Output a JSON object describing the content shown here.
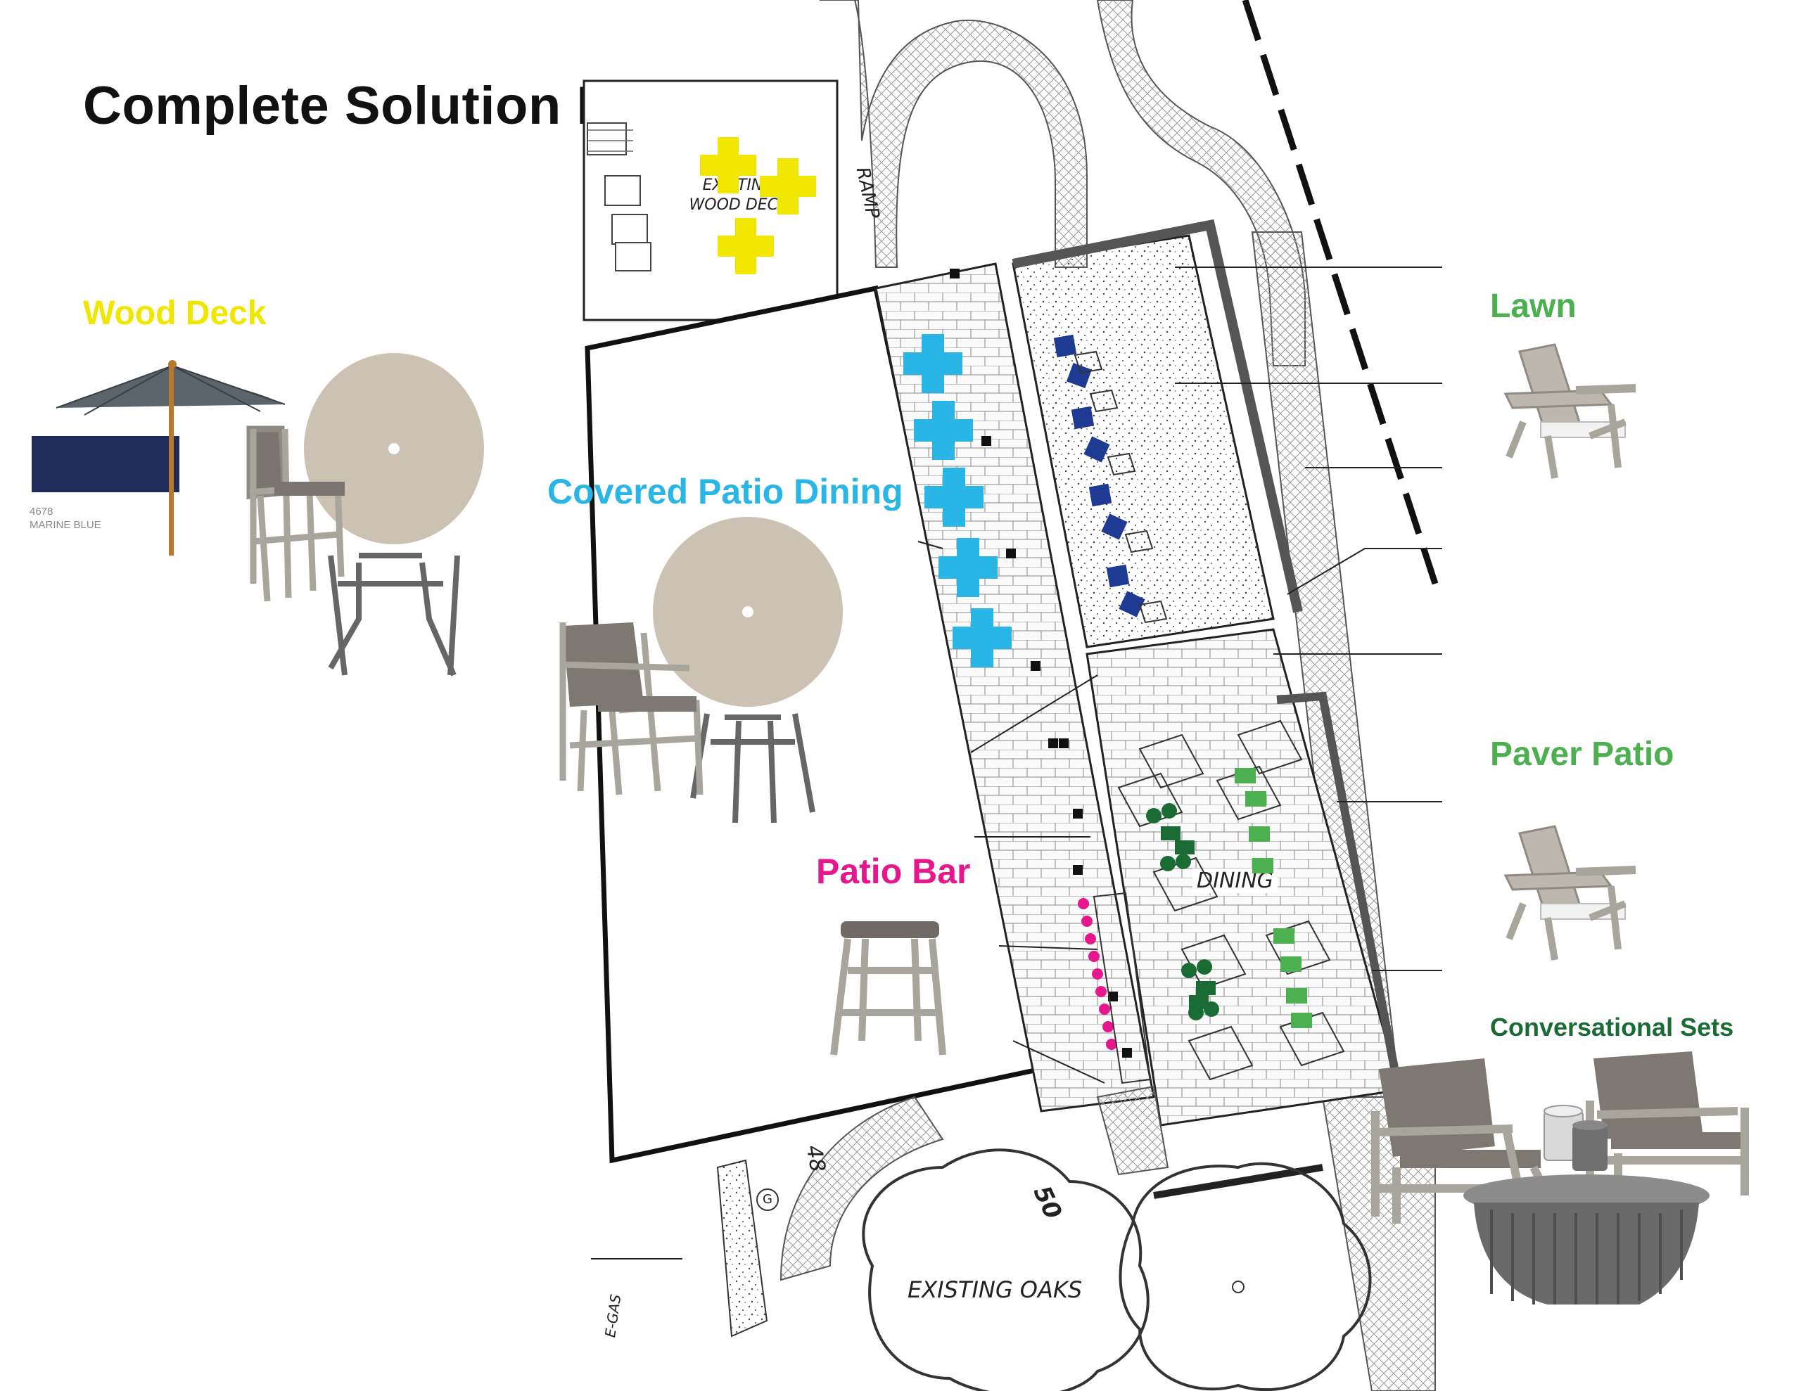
{
  "page_title": "Complete Solution Placement",
  "legend": {
    "wood_deck": "Wood Deck",
    "covered_patio_dining": "Covered Patio Dining",
    "patio_bar": "Patio Bar",
    "lawn": "Lawn",
    "paver_patio": "Paver Patio",
    "conversational_sets": "Conversational Sets"
  },
  "swatch": {
    "code": "4678",
    "name": "MARINE BLUE",
    "color": "#1e2c5a"
  },
  "plan_labels": {
    "existing_wood_deck": "EXISTING WOOD DECK",
    "ramp": "RAMP",
    "dining": "DINING",
    "existing_oaks": "EXISTING OAKS",
    "contour_48": "48",
    "contour_50": "50",
    "gas": "E-GAS",
    "g_marker": "G"
  },
  "colors": {
    "wood_deck": "#f1e600",
    "covered_patio": "#29b6e6",
    "patio_bar": "#e6168c",
    "lawn": "#1f3a93",
    "paver_dark": "#1b6b35",
    "paver_light": "#4caf50"
  },
  "icons": [
    "umbrella-icon",
    "bar-stool-icon",
    "round-table-icon",
    "dining-chair-icon",
    "adirondack-chair-icon",
    "lounge-chair-icon",
    "side-table-icon",
    "coffee-table-icon"
  ]
}
